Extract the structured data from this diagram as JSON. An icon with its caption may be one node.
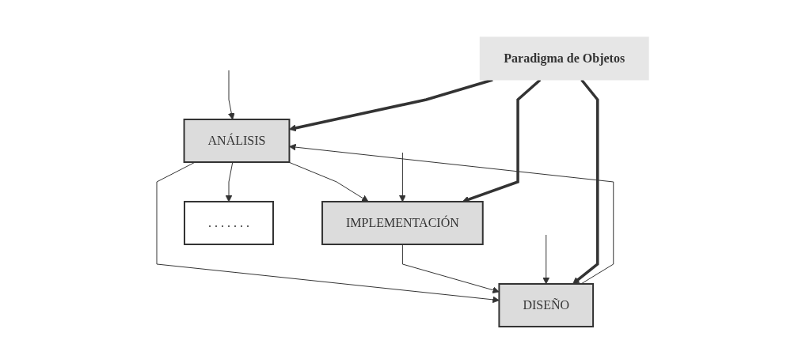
{
  "diagram": {
    "nodes": [
      {
        "text": [
          "ANÁLISIS"
        ]
      },
      {
        "text": [
          "DISEÑO"
        ]
      },
      {
        "text": [
          "IMPLEMENTACIÓN"
        ]
      },
      {
        "text": [
          ". . . . . . ."
        ]
      },
      {
        "text": [
          "Paradigma de Objetos"
        ]
      }
    ],
    "edges": [
      {
        "from": 0,
        "to": 1,
        "arrow": "to"
      },
      {
        "from": 0,
        "to": 2,
        "arrow": "to"
      },
      {
        "from": 0,
        "to": 3,
        "arrow": "to"
      },
      {
        "from": 1,
        "to": 0,
        "arrow": "to"
      },
      {
        "from": 2,
        "to": 1,
        "arrow": "to"
      },
      {
        "from": null,
        "to": 0,
        "arrow": "to"
      },
      {
        "from": null,
        "to": 1,
        "arrow": "to"
      },
      {
        "from": null,
        "to": 2,
        "arrow": "to"
      },
      {
        "from": 4,
        "to": 0,
        "arrow": "to",
        "style": "thick"
      },
      {
        "from": 4,
        "to": 1,
        "arrow": "to",
        "style": "thick"
      },
      {
        "from": 4,
        "to": 2,
        "arrow": "to",
        "style": "thick"
      }
    ]
  }
}
